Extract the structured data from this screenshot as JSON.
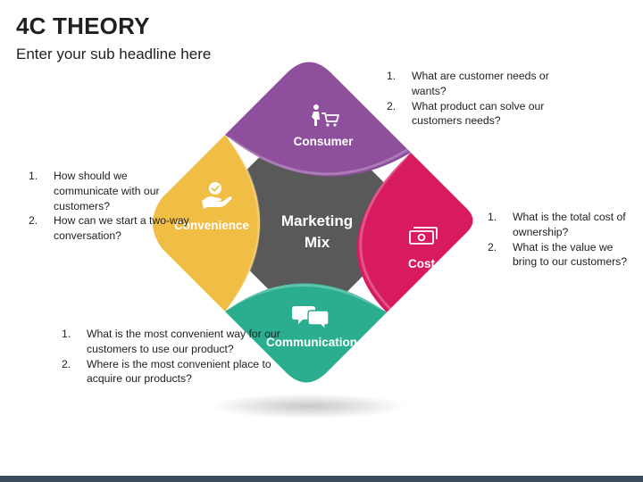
{
  "slide": {
    "title": "4C THEORY",
    "subtitle": "Enter your sub headline here"
  },
  "center": {
    "line1": "Marketing",
    "line2": "Mix",
    "color": "#595959"
  },
  "segments": {
    "consumer": {
      "label": "Consumer",
      "color": "#8e4f9c",
      "icon": "shopping-cart-person-icon"
    },
    "cost": {
      "label": "Cost",
      "color": "#d81b60",
      "icon": "money-bill-icon"
    },
    "communication": {
      "label": "Communication",
      "color": "#2bae8f",
      "icon": "chat-bubbles-icon"
    },
    "convenience": {
      "label": "Convenience",
      "color": "#f0bd45",
      "icon": "hand-check-icon"
    }
  },
  "questions": {
    "consumer": [
      {
        "num": "1.",
        "text": "What are customer needs or wants?"
      },
      {
        "num": "2.",
        "text": "What product can solve our customers needs?"
      }
    ],
    "cost": [
      {
        "num": "1.",
        "text": "What is the total cost of ownership?"
      },
      {
        "num": "2.",
        "text": "What is the value we bring to our customers?"
      }
    ],
    "convenience": [
      {
        "num": "1.",
        "text": "How should we communicate with our customers?"
      },
      {
        "num": "2.",
        "text": "How can we start a two-way conversation?"
      }
    ],
    "communication": [
      {
        "num": "1.",
        "text": "What is the most convenient way for our customers to use our product?"
      },
      {
        "num": "2.",
        "text": "Where is the most convenient place to acquire our products?"
      }
    ]
  }
}
